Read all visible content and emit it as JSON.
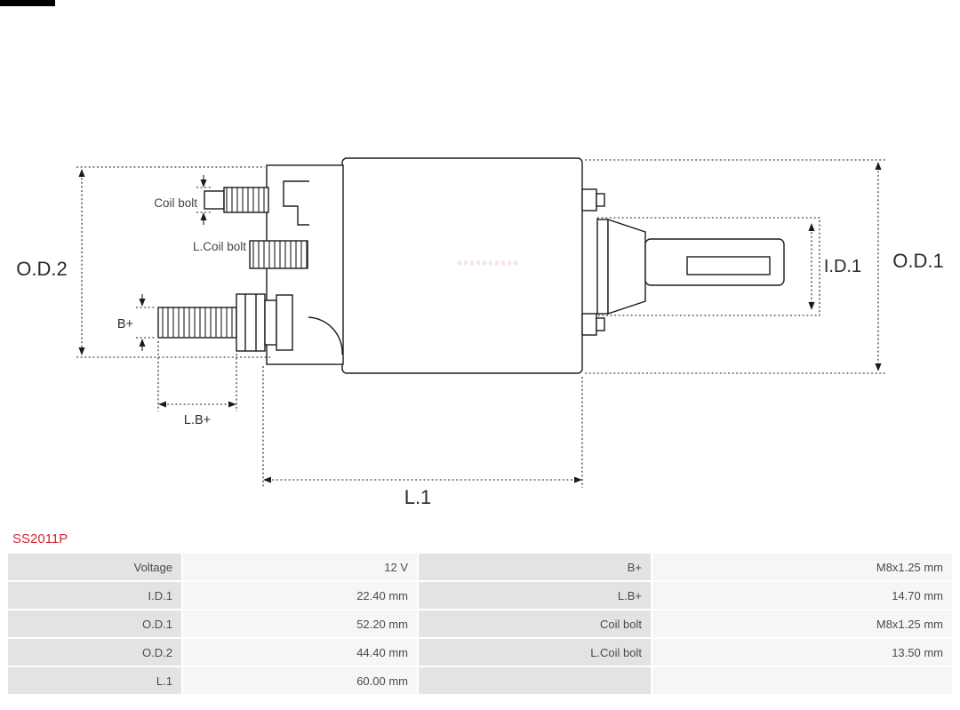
{
  "part": {
    "number": "SS2011P",
    "color": "#cb2a33"
  },
  "colors": {
    "drawing_line": "#1b1b1b",
    "table_label_bg": "#e3e3e3",
    "table_value_bg": "#f6f6f6"
  },
  "diagram": {
    "type": "starter-solenoid-dimensional-drawing",
    "labels": {
      "od2": "O.D.2",
      "od1": "O.D.1",
      "id1": "I.D.1",
      "coil_bolt": "Coil bolt",
      "l_coil_bolt": "L.Coil bolt",
      "b_plus": "B+",
      "l_b_plus": "L.B+",
      "l1": "L.1"
    }
  },
  "table": {
    "rows": [
      {
        "label1": "Voltage",
        "value1": "12 V",
        "label2": "B+",
        "value2": "M8x1.25 mm"
      },
      {
        "label1": "I.D.1",
        "value1": "22.40 mm",
        "label2": "L.B+",
        "value2": "14.70 mm"
      },
      {
        "label1": "O.D.1",
        "value1": "52.20 mm",
        "label2": "Coil bolt",
        "value2": "M8x1.25 mm"
      },
      {
        "label1": "O.D.2",
        "value1": "44.40 mm",
        "label2": "L.Coil bolt",
        "value2": "13.50 mm"
      },
      {
        "label1": "L.1",
        "value1": "60.00 mm",
        "label2": "",
        "value2": ""
      }
    ]
  }
}
